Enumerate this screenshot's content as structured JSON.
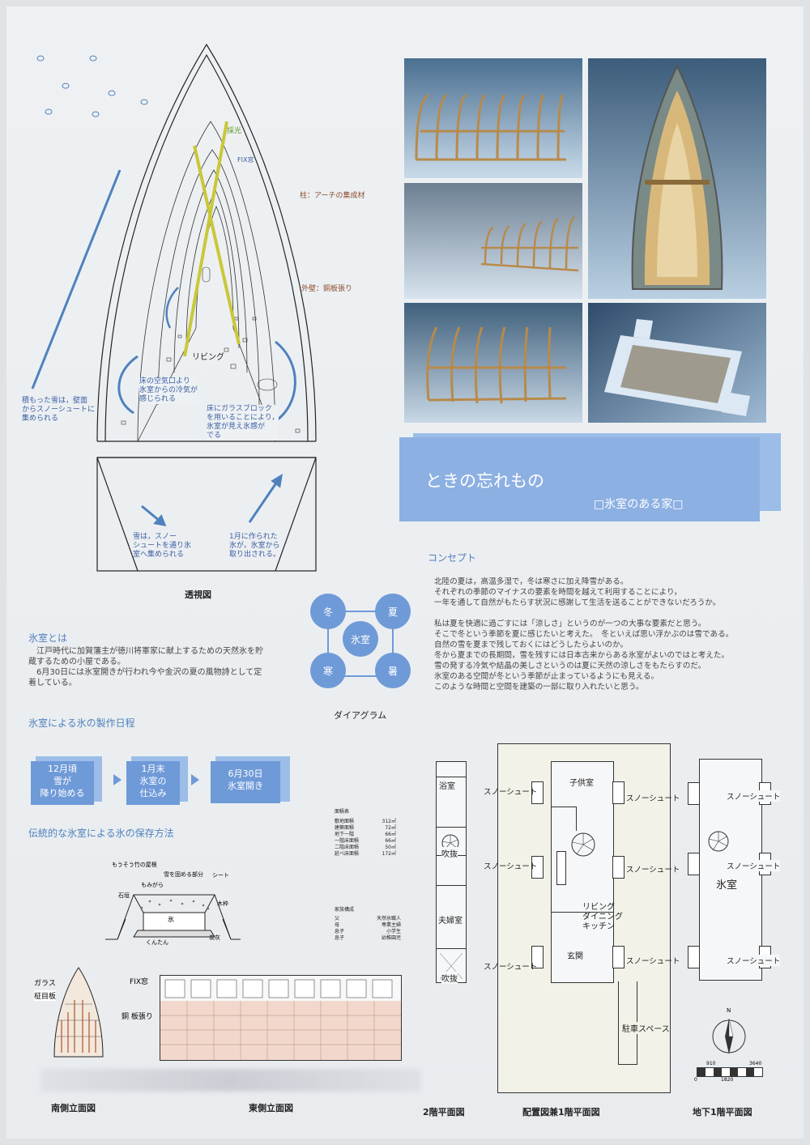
{
  "perspective": {
    "label_light": "採光",
    "label_fix": "FIX窓",
    "label_column": "柱：アーチの集成材",
    "label_wall": "外壁：銅板張り",
    "label_living": "リビング",
    "note_snow_wall": "積もった雪は，壁面\nからスノーシュートに\n集められる",
    "note_vent": "床の空気口より\n氷室からの冷気が\n感じられる",
    "note_glass": "床にガラスブロック\nを用いることにより，\n氷室が見え氷感が\nでる",
    "note_chute": "雪は，スノー\nシュートを通り氷\n室へ集められる",
    "note_ice": "1月に作られた\n氷が，氷室から\n取り出される。",
    "caption": "透視図"
  },
  "title": {
    "main": "ときの忘れもの",
    "sub": "□氷室のある家□"
  },
  "concept": {
    "heading": "コンセプト",
    "text": "北陸の夏は，高温多湿で，冬は寒さに加え降雪がある。\nそれぞれの季節のマイナスの要素を時間を越えて利用することにより，\n一年を通して自然がもたらす状況に感謝して生活を送ることができないだろうか。\n\n私は夏を快適に過ごすには「涼しさ」というのが一つの大事な要素だと思う。\nそこで冬という季節を夏に感じたいと考えた。　冬といえば思い浮かぶのは雪である。\n自然の雪を夏まで残しておくにはどうしたらよいのか。\n冬から夏までの長期間，雪を残すには日本古来からある氷室がよいのではと考えた。\n雪の発する冷気や結晶の美しさというのは夏に天然の涼しさをもたらすのだ。\n氷室のある空間が冬という季節が止まっているようにも見える。\nこのような時間と空間を建築の一部に取り入れたいと思う。"
  },
  "himuro": {
    "heading": "氷室とは",
    "text": "　江戸時代に加賀藩主が徳川将軍家に献上するための天然氷を貯\n蔵するための小屋である。\n　6月30日には氷室開きが行われ今や金沢の夏の風物詩として定\n着している。"
  },
  "diagram": {
    "winter": "冬",
    "summer": "夏",
    "center": "氷室",
    "cold": "寒",
    "hot": "暑",
    "caption": "ダイアグラム"
  },
  "schedule": {
    "heading": "氷室による氷の製作日程",
    "steps": [
      "12月頃\n雪が\n降り始める",
      "1月末\n氷室の\n仕込み",
      "6月30日\n氷室開き"
    ]
  },
  "area_table": {
    "title": "面積表",
    "rows": [
      {
        "k": "敷地面積",
        "v": "312㎡"
      },
      {
        "k": "建築面積",
        "v": "72㎡"
      },
      {
        "k": "地下一階",
        "v": "66㎡"
      },
      {
        "k": "一階床面積",
        "v": "66㎡"
      },
      {
        "k": "二階床面積",
        "v": "50㎡"
      },
      {
        "k": "延べ床面積",
        "v": "172㎡"
      }
    ]
  },
  "family_table": {
    "title": "家族構成",
    "rows": [
      {
        "k": "父",
        "v": "天然氷職人"
      },
      {
        "k": "母",
        "v": "専業主婦"
      },
      {
        "k": "息子",
        "v": "小学生"
      },
      {
        "k": "息子",
        "v": "幼稚園児"
      }
    ]
  },
  "storage": {
    "heading": "伝統的な氷室による氷の保存方法",
    "roof": "もうそう竹の屋根",
    "snow": "雪を固める部分",
    "sheet": "シート",
    "momigara": "もみがら",
    "ishigaki": "石垣",
    "mokusaku": "木枠",
    "ice": "氷",
    "kuntan": "くんたん",
    "sumi": "炭灰"
  },
  "elevations": {
    "south_glass": "ガラス",
    "south_board": "柾目板",
    "east_fix": "FIX窓",
    "east_copper": "銅 板張り",
    "south_caption": "南側立面図",
    "east_caption": "東側立面図"
  },
  "plans": {
    "floor2": {
      "bath": "浴室",
      "void1": "吹抜",
      "master": "夫婦室",
      "void2": "吹抜",
      "caption": "2階平面図"
    },
    "floor1": {
      "kids": "子供室",
      "ldk": "リビング\nダイニング\nキッチン",
      "entrance": "玄関",
      "parking": "駐車スペース",
      "chute": "スノーシュート",
      "caption": "配置図兼1階平面図"
    },
    "basement": {
      "room": "氷室",
      "chute": "スノーシュート",
      "caption": "地下1階平面図"
    },
    "scale": {
      "north": "N",
      "s0": "0",
      "s1": "910",
      "s2": "1820",
      "s3": "3640"
    }
  }
}
